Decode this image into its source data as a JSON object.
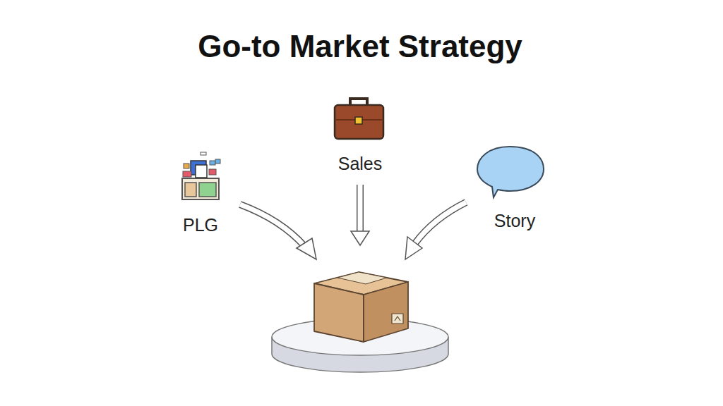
{
  "diagram": {
    "title": "Go-to Market Strategy",
    "labels": [
      "Sales",
      "PLG",
      "Story"
    ]
  }
}
